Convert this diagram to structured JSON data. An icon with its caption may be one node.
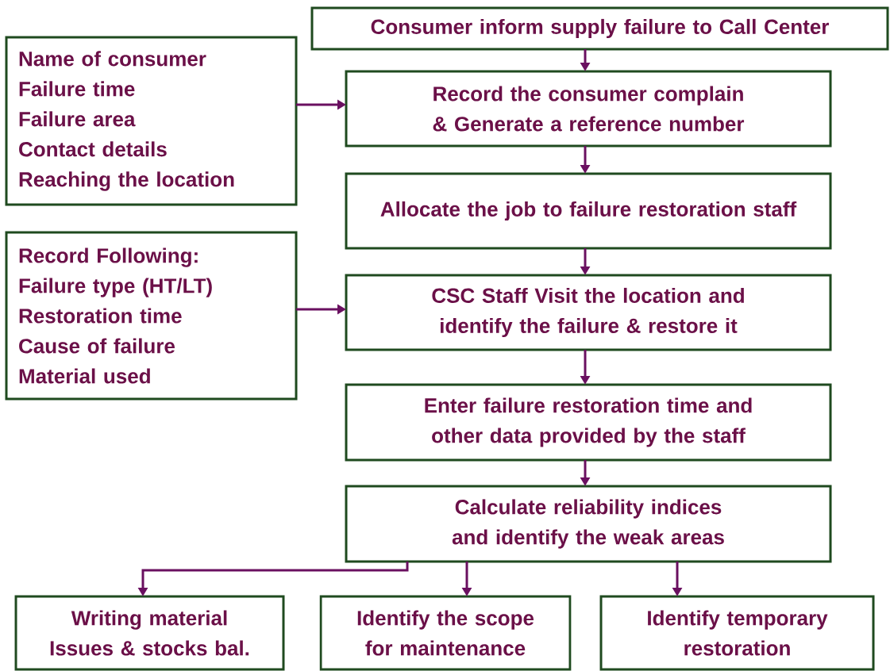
{
  "diagram": {
    "nodes": [
      {
        "text": [
          "Consumer inform supply failure to Call Center"
        ]
      },
      {
        "text": [
          "Name of consumer",
          "Failure time",
          "Failure area",
          "Contact details",
          "Reaching the location"
        ]
      },
      {
        "text": [
          "Record the consumer complain & Generate a reference number"
        ]
      },
      {
        "text": [
          "Allocate the job to failure restoration staff"
        ]
      },
      {
        "text": [
          "Record Following:",
          "Failure type (HT/LT)",
          "Restoration time",
          "Cause of failure",
          "Material used"
        ]
      },
      {
        "text": [
          "CSC Staff Visit the location and identify the failure & restore it"
        ]
      },
      {
        "text": [
          "Enter failure restoration time and other data provided by the staff"
        ]
      },
      {
        "text": [
          "Calculate reliability indices and identify the weak areas"
        ]
      },
      {
        "text": [
          "Writing material Issues & stocks bal."
        ]
      },
      {
        "text": [
          "Identify the scope for maintenance"
        ]
      },
      {
        "text": [
          "Identify temporary restoration"
        ]
      }
    ],
    "edges": [
      {
        "from": 0,
        "to": 2,
        "arrow": "to"
      },
      {
        "from": 1,
        "to": 2,
        "arrow": "to"
      },
      {
        "from": 2,
        "to": 3,
        "arrow": "to"
      },
      {
        "from": 3,
        "to": 5,
        "arrow": "to"
      },
      {
        "from": 4,
        "to": 5,
        "arrow": "to"
      },
      {
        "from": 5,
        "to": 6,
        "arrow": "to"
      },
      {
        "from": 6,
        "to": 7,
        "arrow": "to"
      },
      {
        "from": 7,
        "to": 8,
        "arrow": "to"
      },
      {
        "from": 7,
        "to": 9,
        "arrow": "to"
      },
      {
        "from": 7,
        "to": 10,
        "arrow": "to"
      }
    ]
  }
}
